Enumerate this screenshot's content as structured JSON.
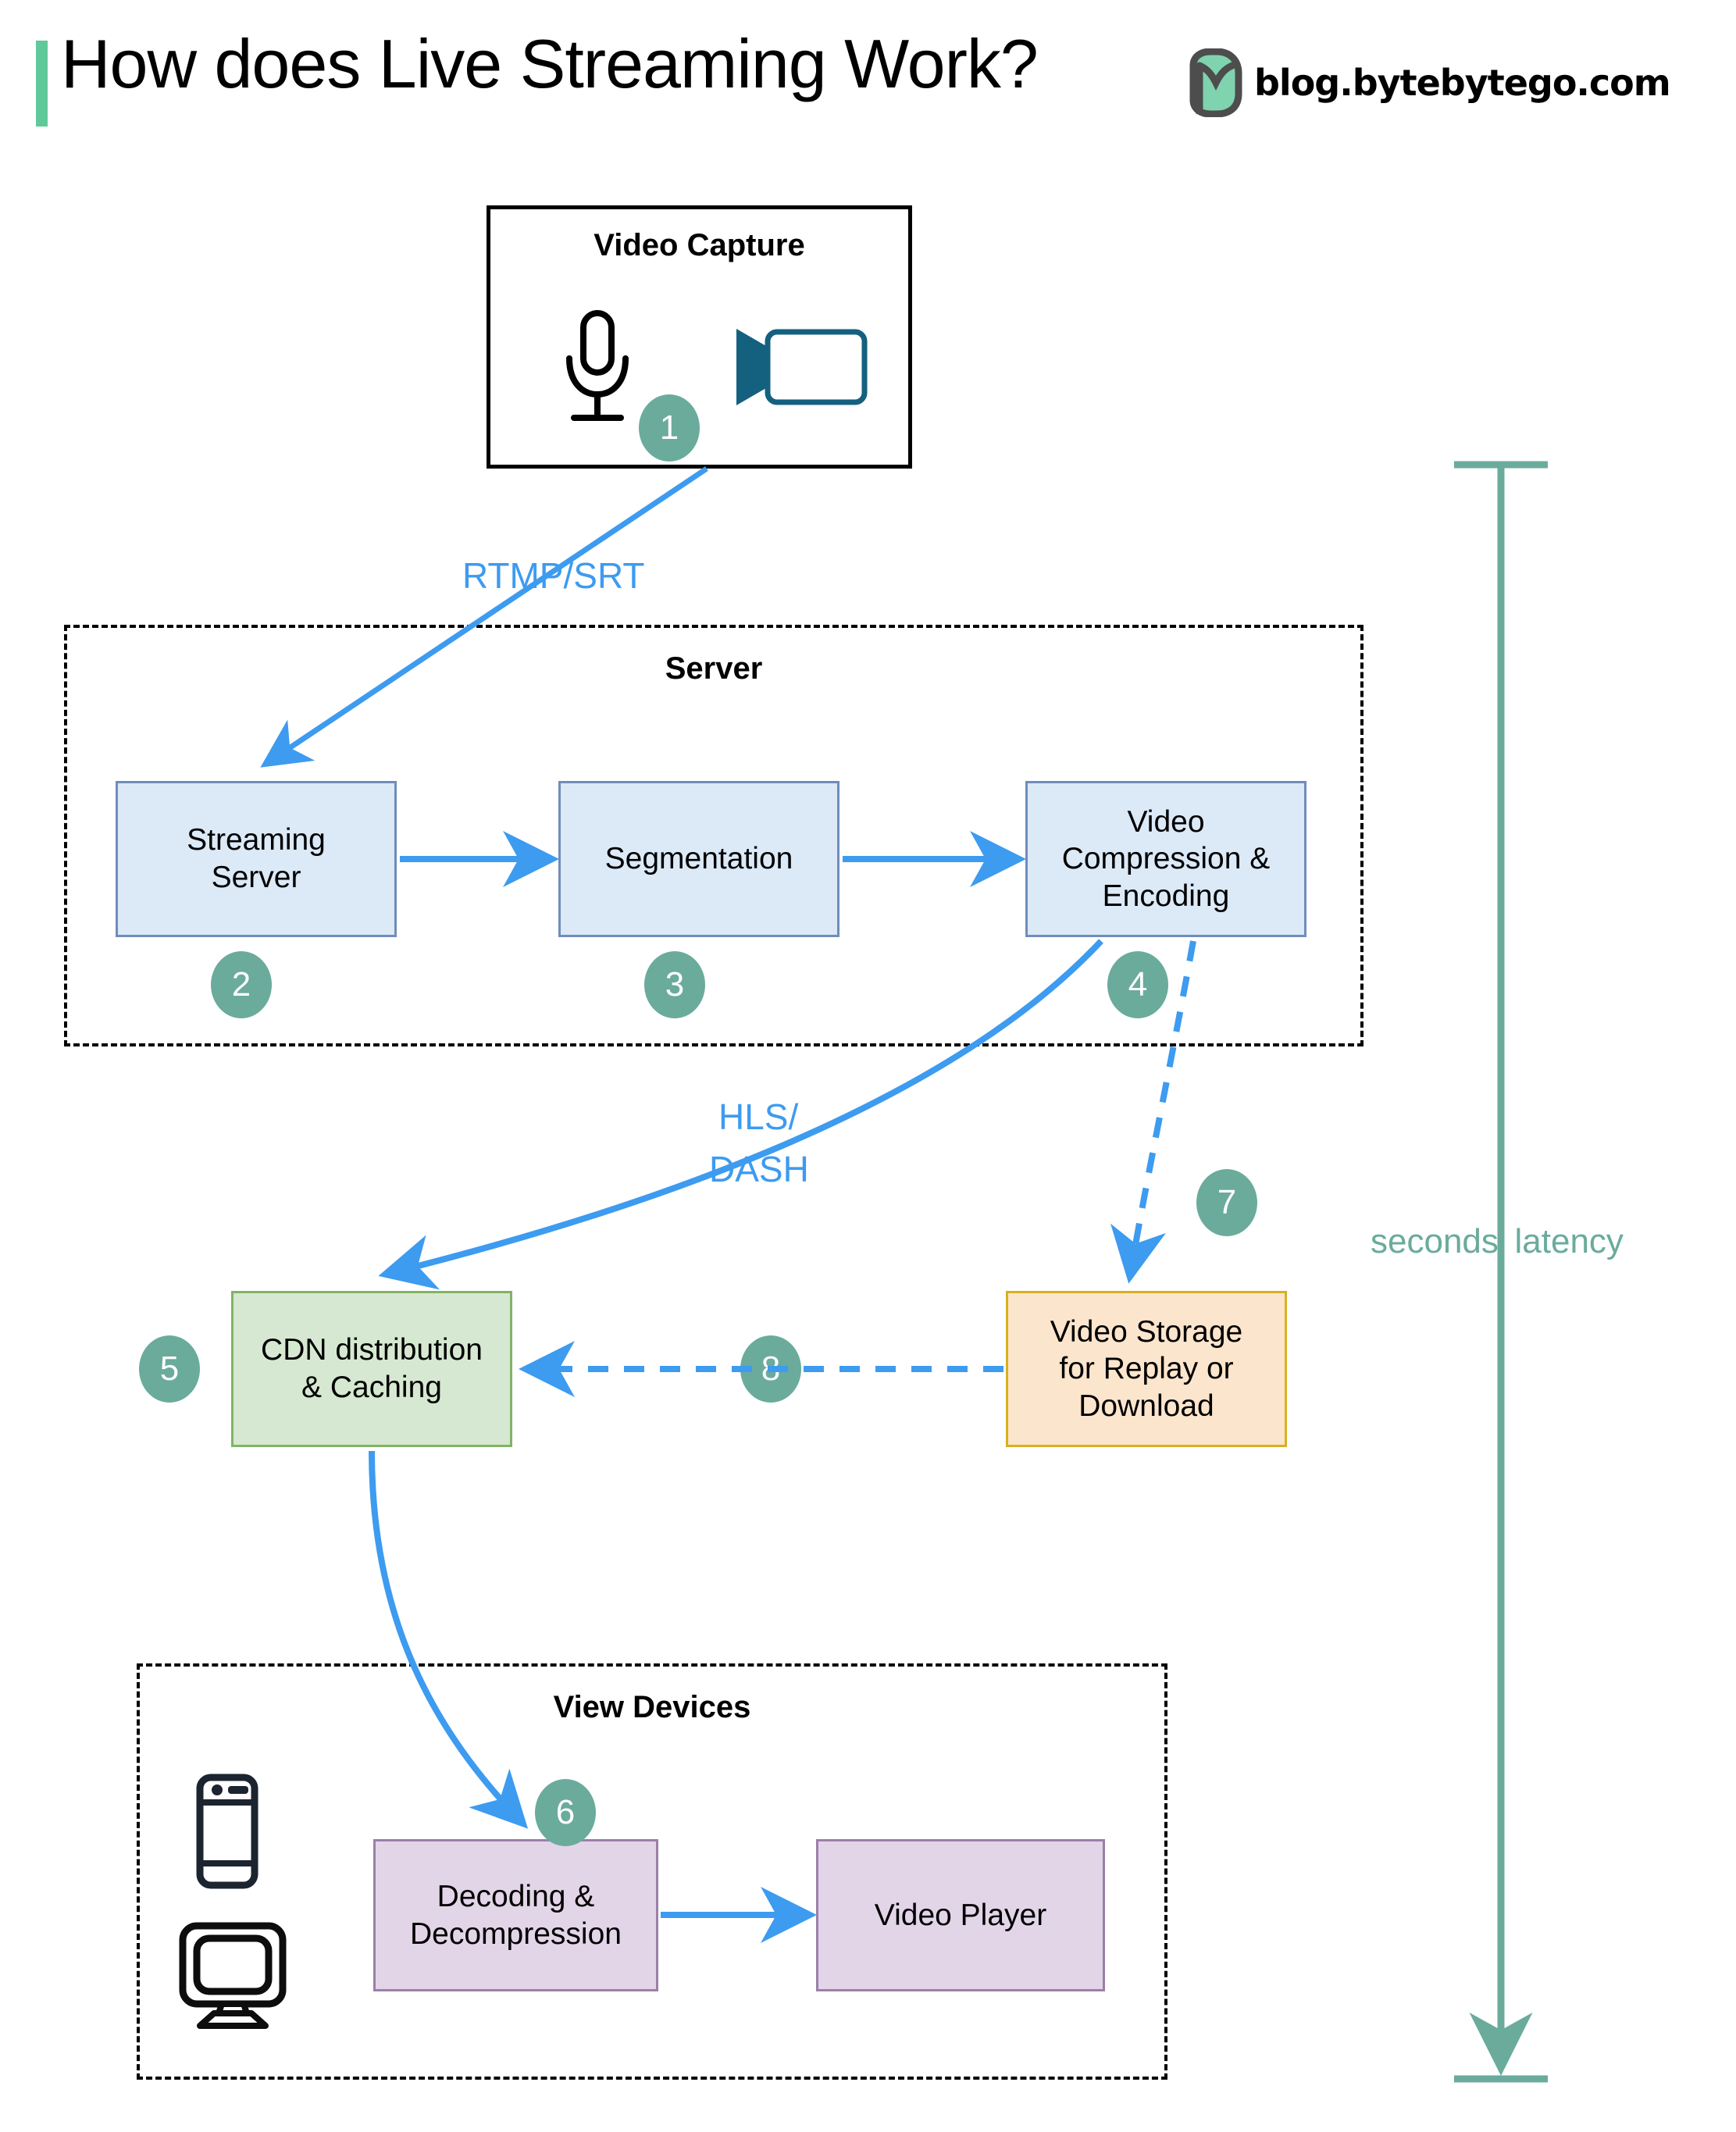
{
  "header": {
    "title": "How does Live Streaming Work?",
    "brand_text": "blog.bytebytego.com",
    "accent_color": "#5fc99a",
    "logo_name": "bytebytego-logo"
  },
  "groups": {
    "capture": {
      "title": "Video Capture"
    },
    "server": {
      "title": "Server"
    },
    "view_devices": {
      "title": "View Devices"
    }
  },
  "nodes": [
    {
      "id": "streaming-server",
      "label": "Streaming\nServer",
      "color": "#dce9f7",
      "step": "2"
    },
    {
      "id": "segmentation",
      "label": "Segmentation",
      "color": "#dce9f7",
      "step": "3"
    },
    {
      "id": "video-encoding",
      "label": "Video\nCompression &\nEncoding",
      "color": "#dce9f7",
      "step": "4"
    },
    {
      "id": "cdn",
      "label": "CDN distribution\n& Caching",
      "color": "#d6e8d1",
      "step": "5"
    },
    {
      "id": "video-storage",
      "label": "Video Storage\nfor Replay or\nDownload",
      "color": "#fce5cd",
      "step": "7"
    },
    {
      "id": "decoding",
      "label": "Decoding &\nDecompression",
      "color": "#e3d5e8",
      "step": "6"
    },
    {
      "id": "video-player",
      "label": "Video Player",
      "color": "#e3d5e8",
      "step": ""
    }
  ],
  "node_labels": {
    "streaming_server_l1": "Streaming",
    "streaming_server_l2": "Server",
    "segmentation": "Segmentation",
    "encoding_l1": "Video",
    "encoding_l2": "Compression &",
    "encoding_l3": "Encoding",
    "cdn_l1": "CDN distribution",
    "cdn_l2": "& Caching",
    "storage_l1": "Video Storage",
    "storage_l2": "for Replay or",
    "storage_l3": "Download",
    "decoding_l1": "Decoding &",
    "decoding_l2": "Decompression",
    "video_player": "Video Player"
  },
  "steps": {
    "s1": "1",
    "s2": "2",
    "s3": "3",
    "s4": "4",
    "s5": "5",
    "s6": "6",
    "s7": "7",
    "s8": "8"
  },
  "flow_labels": {
    "rtmp_srt": "RTMP/SRT",
    "hls_line1": "HLS/",
    "hls_line2": "DASH",
    "latency": "seconds' latency"
  },
  "icons": {
    "microphone": "microphone-icon",
    "video_camera": "video-camera-icon",
    "smartphone": "smartphone-icon",
    "monitor": "monitor-icon"
  },
  "colors": {
    "accent_teal": "#6aab9c",
    "flow_blue": "#3d9bf0",
    "blue_fill": "#dce9f7",
    "blue_stroke": "#6e8dbb",
    "green_fill": "#d6e8d1",
    "green_stroke": "#82b366",
    "orange_fill": "#fce5cd",
    "orange_stroke": "#d6b11e",
    "purple_fill": "#e3d5e8",
    "purple_stroke": "#9b7fa8",
    "logo_green": "#7fd3ae"
  }
}
